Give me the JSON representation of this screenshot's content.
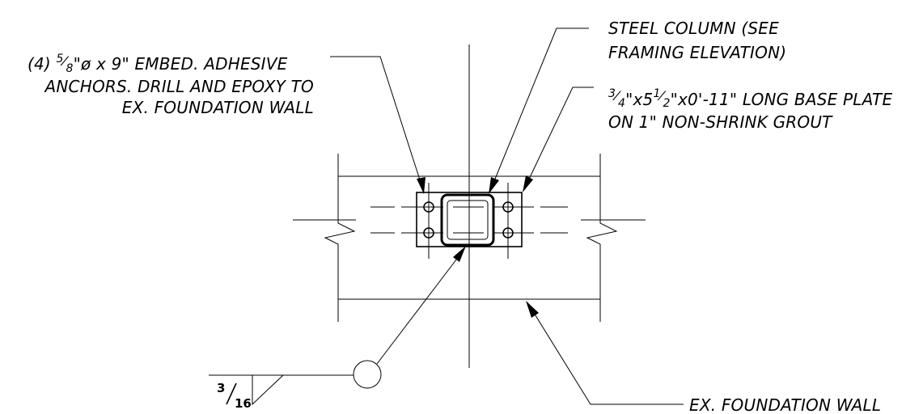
{
  "notes": {
    "anchors": {
      "line1_prefix": "(4) ",
      "line1_num": "5",
      "line1_den": "8",
      "line1_suffix": "\"ø x 9\" EMBED. ADHESIVE",
      "line2": "ANCHORS.  DRILL AND EPOXY TO",
      "line3": "EX. FOUNDATION WALL"
    },
    "column": {
      "line1": "STEEL COLUMN (SEE",
      "line2": "FRAMING ELEVATION)"
    },
    "base_plate": {
      "a_num": "3",
      "a_den": "4",
      "mid1": "\"x5",
      "b_num": "1",
      "b_den": "2",
      "mid2": "\"x0'-11\" LONG BASE PLATE",
      "line2": "ON 1\" NON-SHRINK GROUT"
    },
    "wall": {
      "label": "EX. FOUNDATION WALL"
    },
    "weld": {
      "num": "3",
      "den": "16"
    }
  }
}
